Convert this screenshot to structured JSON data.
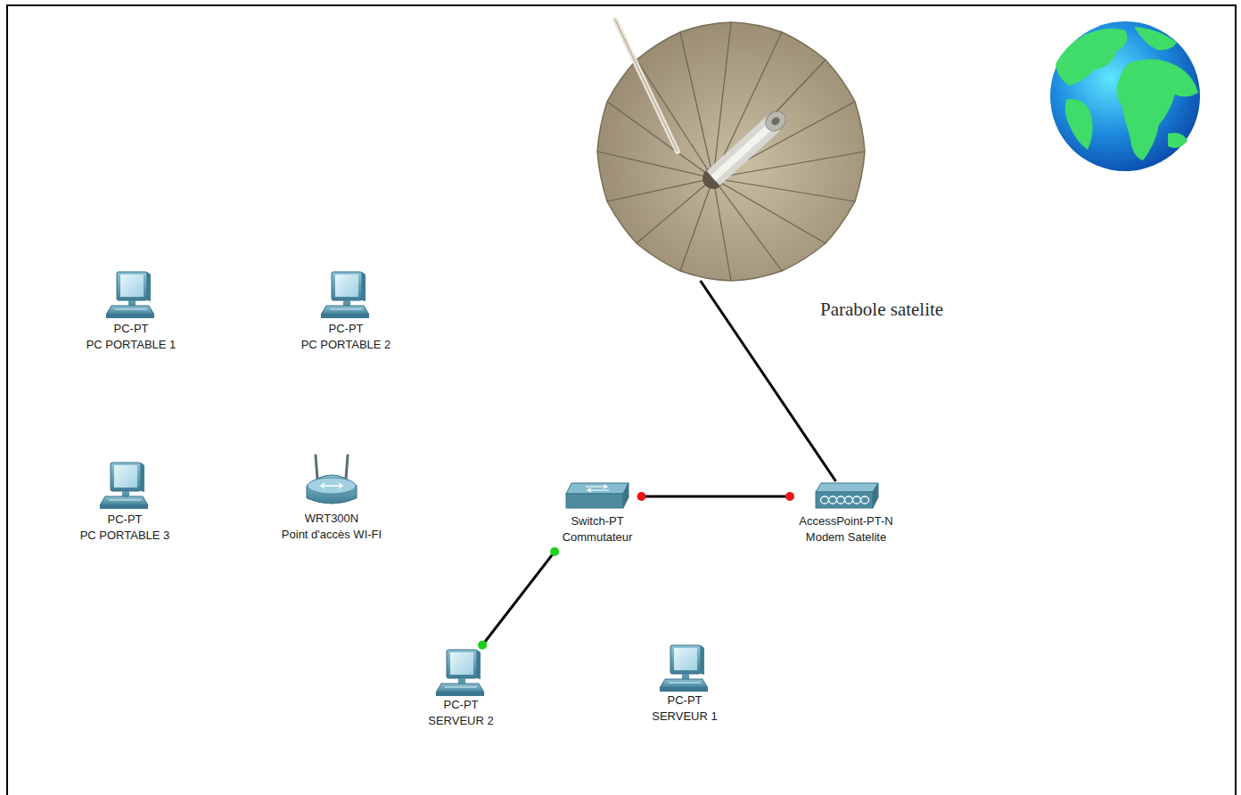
{
  "diagram": {
    "nodes": [
      {
        "text": [
          "Parabole satelite"
        ]
      },
      {
        "text": [
          "PC-PT",
          "PC PORTABLE 1"
        ]
      },
      {
        "text": [
          "PC-PT",
          "PC PORTABLE 2"
        ]
      },
      {
        "text": [
          "PC-PT",
          "PC PORTABLE 3"
        ]
      },
      {
        "text": [
          "WRT300N",
          "Point d'accès WI-FI"
        ]
      },
      {
        "text": [
          "Switch-PT",
          "Commutateur"
        ]
      },
      {
        "text": [
          "AccessPoint-PT-N",
          "Modem Satelite"
        ]
      },
      {
        "text": [
          "PC-PT",
          "SERVEUR 2"
        ]
      },
      {
        "text": [
          "PC-PT",
          "SERVEUR 1"
        ]
      }
    ],
    "edges": [
      {
        "from": 5,
        "to": 6,
        "arrow": "none"
      },
      {
        "from": 6,
        "to": 0,
        "arrow": "none"
      },
      {
        "from": 5,
        "to": 7,
        "arrow": "none"
      }
    ]
  }
}
